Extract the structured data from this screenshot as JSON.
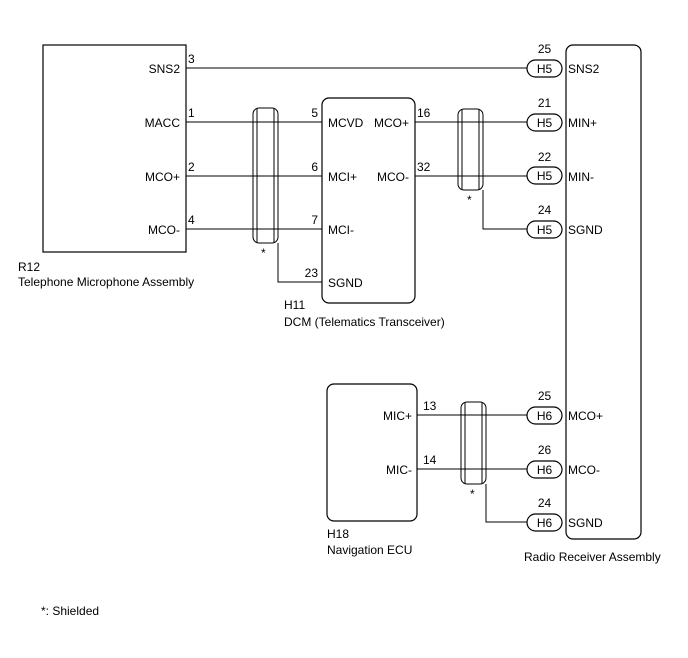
{
  "components": {
    "telephone_mic": {
      "code": "R12",
      "name": "Telephone Microphone Assembly"
    },
    "dcm": {
      "code": "H11",
      "name": "DCM (Telematics Transceiver)"
    },
    "nav_ecu": {
      "code": "H18",
      "name": "Navigation ECU"
    },
    "radio": {
      "name": "Radio Receiver Assembly"
    }
  },
  "pins": {
    "mic_sns2": {
      "num": "3",
      "label": "SNS2"
    },
    "mic_macc": {
      "num": "1",
      "label": "MACC"
    },
    "mic_mco_plus": {
      "num": "2",
      "label": "MCO+"
    },
    "mic_mco_minus": {
      "num": "4",
      "label": "MCO-"
    },
    "dcm_mcvd": {
      "num": "5",
      "label": "MCVD"
    },
    "dcm_mci_plus": {
      "num": "6",
      "label": "MCI+"
    },
    "dcm_mci_minus": {
      "num": "7",
      "label": "MCI-"
    },
    "dcm_sgnd": {
      "num": "23",
      "label": "SGND"
    },
    "dcm_mco_plus": {
      "num": "16",
      "label": "MCO+"
    },
    "dcm_mco_minus": {
      "num": "32",
      "label": "MCO-"
    },
    "nav_mic_plus": {
      "num": "13",
      "label": "MIC+"
    },
    "nav_mic_minus": {
      "num": "14",
      "label": "MIC-"
    },
    "radio_sns2": {
      "num": "25",
      "conn": "H5",
      "label": "SNS2"
    },
    "radio_min_plus": {
      "num": "21",
      "conn": "H5",
      "label": "MIN+"
    },
    "radio_min_minus": {
      "num": "22",
      "conn": "H5",
      "label": "MIN-"
    },
    "radio_sgnd_h5": {
      "num": "24",
      "conn": "H5",
      "label": "SGND"
    },
    "radio_mco_plus": {
      "num": "25",
      "conn": "H6",
      "label": "MCO+"
    },
    "radio_mco_minus": {
      "num": "26",
      "conn": "H6",
      "label": "MCO-"
    },
    "radio_sgnd_h6": {
      "num": "24",
      "conn": "H6",
      "label": "SGND"
    }
  },
  "shield_mark": "*",
  "footnote": "*: Shielded"
}
